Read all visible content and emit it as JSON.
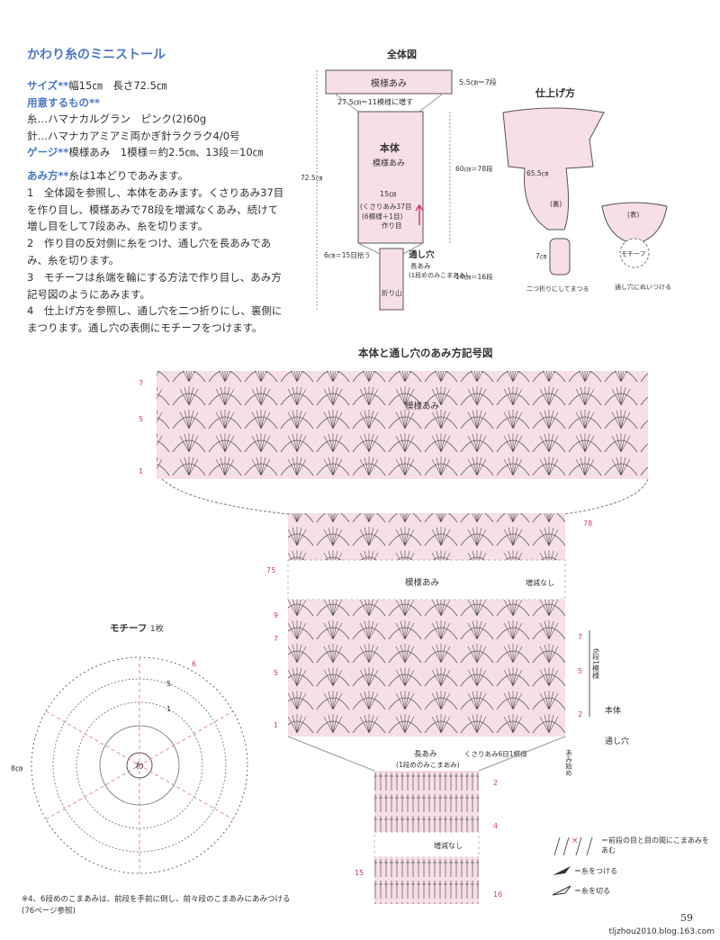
{
  "title": "かわり糸のミニストール",
  "info": {
    "size_label": "サイズ**",
    "size_value": "幅15㎝　長さ72.5㎝",
    "materials_label": "用意するもの**",
    "yarn": "糸…ハマナカルグラン　ピンク(2)60g",
    "needle": "針…ハマナカアミアミ両かぎ針ラクラク4/0号",
    "gauge_label": "ゲージ**",
    "gauge_value": "模様あみ　1模様＝約2.5㎝、13段＝10㎝"
  },
  "method": {
    "label": "あみ方**",
    "intro": "糸は1本どりであみます。",
    "steps": [
      "1　全体図を参照し、本体をあみます。くさりあみ37目を作り目し、模様あみで78段を増減なくあみ、続けて増し目をして7段あみ、糸を切ります。",
      "2　作り目の反対側に糸をつけ、通し穴を長あみであみ、糸を切ります。",
      "3　モチーフは糸端を輪にする方法で作り目し、あみ方記号図のようにあみます。",
      "4　仕上げ方を参照し、通し穴を二つ折りにし、裏側にまつります。通し穴の表側にモチーフをつけます。"
    ]
  },
  "overall": {
    "title": "全体図",
    "top_band": "模様あみ",
    "top_height": "5.5㎝＝7段",
    "increase_note": "27.5㎝＝11模様に増す",
    "body": "本体",
    "body_pattern": "模様あみ",
    "total_length": "72.5㎝",
    "length_60": "60㎝＝78段",
    "width": "15㎝",
    "chain": "(くさりあみ37目",
    "chain2": "(6模様＋1目)",
    "chain3": "作り目",
    "hole": "通し穴",
    "hole_stitch": "長あみ",
    "hole_note": "(1段めのみこまあみ)",
    "hole_width": "6㎝＝15目拾う",
    "hole_length": "14㎝＝16段",
    "fold": "折り山"
  },
  "finishing": {
    "title": "仕上げ方",
    "len": "65.5㎝",
    "back": "(裏)",
    "front": "(表)",
    "seven": "7㎝",
    "fold_note": "二つ折りにしてまつる",
    "motif": "モチーフ",
    "attach_note": "通し穴にぬいつける"
  },
  "chart": {
    "title": "本体と通し穴のあみ方記号図",
    "pattern": "模様あみ",
    "no_change": "増減なし",
    "row_labels_top": [
      "7",
      "5",
      "1"
    ],
    "row_labels_body": [
      "78",
      "75",
      "9",
      "7",
      "5",
      "1"
    ],
    "rows_right": [
      "7",
      "5",
      "2"
    ],
    "repeat": "6段1模様",
    "body_label": "本体",
    "hole_label": "通し穴",
    "start": "あみ始め",
    "hole_stitch": "長あみ",
    "hole_note": "(1段めのみこまあみ)",
    "chain_note": "くさりあみ6目1模様",
    "hole_rows": [
      "2",
      "4",
      "15",
      "16"
    ],
    "hole_nochange": "増減なし"
  },
  "motif": {
    "title": "モチーフ",
    "count": "1枚",
    "size": "8㎝",
    "center": "わ",
    "rows": [
      "5",
      "1",
      "6"
    ]
  },
  "legend": {
    "between": "＝前段の目と目の間にこまあみをあむ",
    "attach": "＝糸をつける",
    "cut": "＝糸を切る"
  },
  "note": "※4、6段めのこまあみは、前段を手前に倒し、前々段のこまあみにあみつける(76ページ参照)",
  "page_number": "59",
  "url": "tljzhou2010.blog.163.com"
}
